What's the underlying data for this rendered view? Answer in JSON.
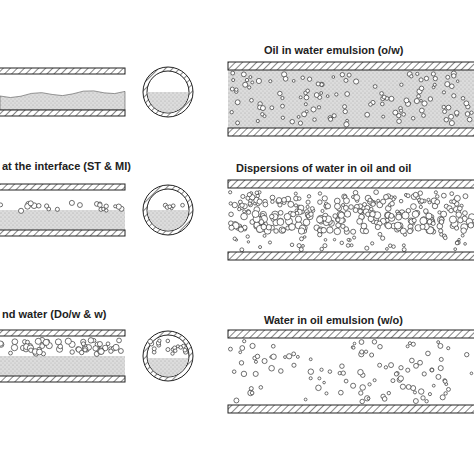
{
  "diagram": {
    "labels": [
      "Oil in water emulsion (o/w)",
      "at the interface (ST & MI)",
      "Dispersions of water in oil and oil",
      "nd water (Do/w & w)",
      "Water in oil emulsion (w/o)"
    ]
  }
}
